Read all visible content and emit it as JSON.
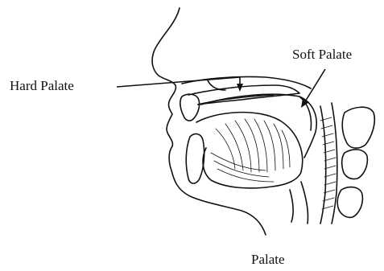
{
  "figure": {
    "labels": {
      "hard_palate": "Hard Palate",
      "soft_palate": "Soft Palate"
    },
    "caption": "Palate",
    "colors": {
      "ink": "#111111",
      "background": "#ffffff"
    }
  }
}
